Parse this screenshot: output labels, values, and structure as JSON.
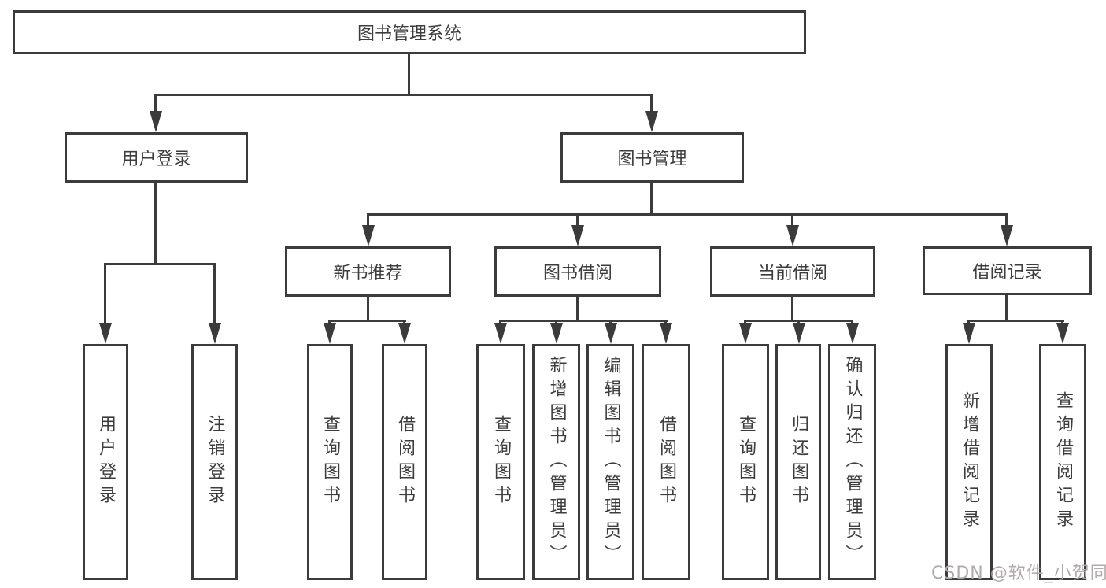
{
  "nodes": {
    "root": "图书管理系统",
    "login": "用户登录",
    "manage": "图书管理",
    "level2": [
      "新书推荐",
      "图书借阅",
      "当前借阅",
      "借阅记录"
    ],
    "login_children": [
      "用户登录",
      "注销登录"
    ],
    "recommend_children": [
      "查询图书",
      "借阅图书"
    ],
    "borrow_children": [
      "查询图书",
      "新增图书（管理员）",
      "编辑图书（管理员）",
      "借阅图书"
    ],
    "current_children": [
      "查询图书",
      "归还图书",
      "确认归还（管理员）"
    ],
    "record_children": [
      "新增借阅记录",
      "查询借阅记录"
    ]
  },
  "watermark": "CSDN @软件_小贺同学",
  "colors": {
    "line": "#3b3b3b",
    "text": "#3d3d3d",
    "background": "#ffffff",
    "watermark": "#b3abab"
  }
}
